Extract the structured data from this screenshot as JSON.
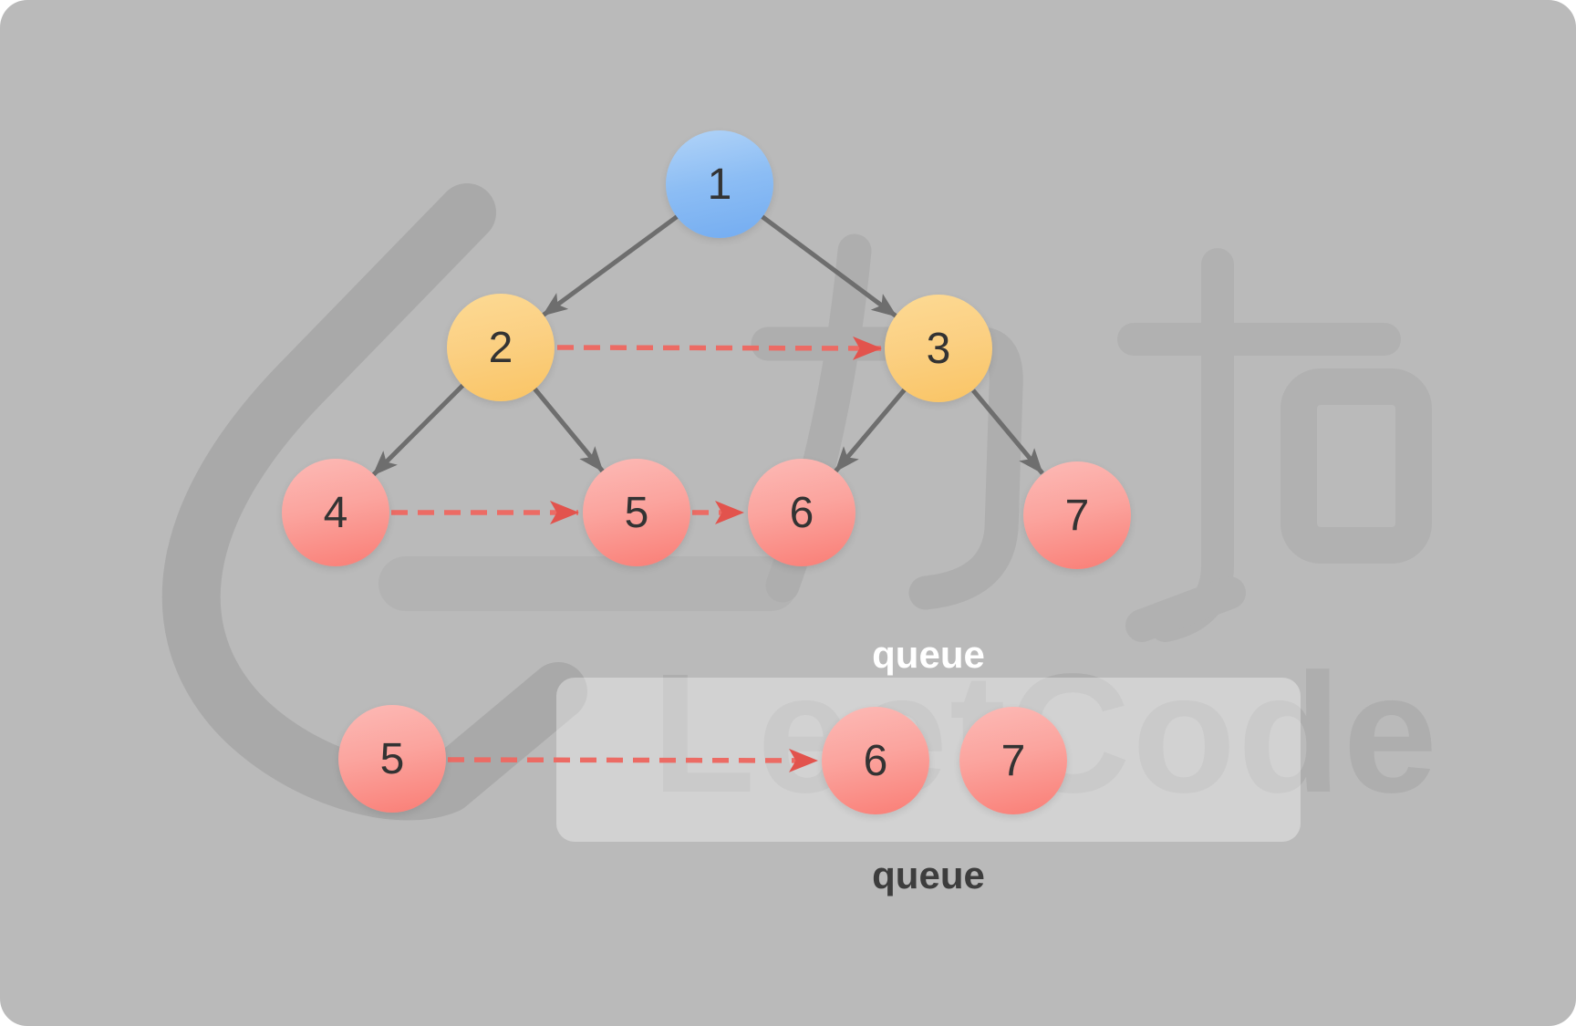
{
  "colors": {
    "background": "#bababa",
    "tree_edge": "#6e6e6e",
    "next_pointer_dash": "#ec6b64",
    "next_pointer_head": "#e2534d",
    "node_blue_top": "#b2d4f8",
    "node_blue_bottom": "#73acf1",
    "node_orange_top": "#fdda94",
    "node_orange_bottom": "#f9c464",
    "node_red_top": "#fcbab6",
    "node_red_bottom": "#f97d75",
    "queue_box_fill": "rgba(255,255,255,0.35)",
    "digit_color": "#333333",
    "label_above_color": "#ffffff",
    "label_below_color": "#3d3d3d"
  },
  "tree": {
    "nodes": [
      {
        "value": "1",
        "color": "blue"
      },
      {
        "value": "2",
        "color": "orange"
      },
      {
        "value": "3",
        "color": "orange"
      },
      {
        "value": "4",
        "color": "red"
      },
      {
        "value": "5",
        "color": "red"
      },
      {
        "value": "6",
        "color": "red"
      },
      {
        "value": "7",
        "color": "red"
      }
    ],
    "edges": [
      [
        "1",
        "2"
      ],
      [
        "1",
        "3"
      ],
      [
        "2",
        "4"
      ],
      [
        "2",
        "5"
      ],
      [
        "3",
        "6"
      ],
      [
        "3",
        "7"
      ]
    ],
    "next_pointers": [
      [
        "2",
        "3"
      ],
      [
        "4",
        "5"
      ],
      [
        "5",
        "6"
      ]
    ]
  },
  "queue_section": {
    "label_above": "queue",
    "label_below": "queue",
    "current_node": {
      "value": "5",
      "color": "red"
    },
    "pointer": [
      "5",
      "6"
    ],
    "items": [
      {
        "value": "6",
        "color": "red"
      },
      {
        "value": "7",
        "color": "red"
      }
    ]
  },
  "watermark": {
    "brand_text": "LeetCode",
    "logo_characters": "力扣"
  }
}
